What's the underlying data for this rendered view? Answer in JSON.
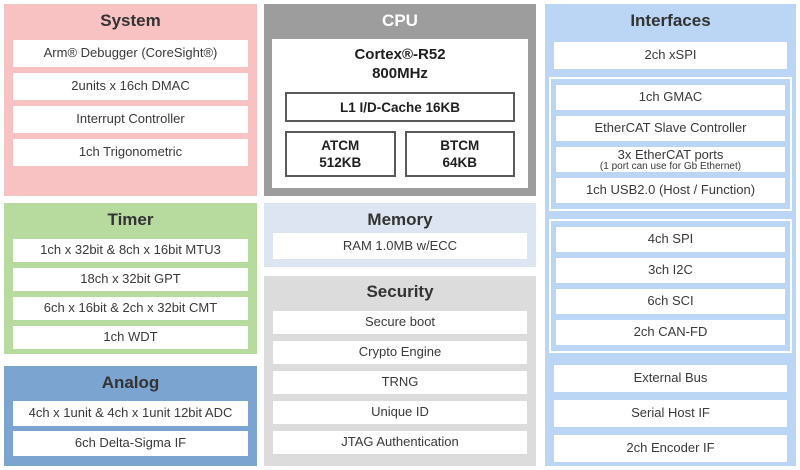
{
  "colors": {
    "system_bg": "#f9c2c2",
    "timer_bg": "#b7da9e",
    "analog_bg": "#7ca4d1",
    "cpu_bg": "#9d9d9d",
    "memory_bg": "#dce5f1",
    "security_bg": "#dcdcdc",
    "interfaces_bg": "#bad6f4",
    "row_bg": "#ffffff",
    "text": "#3a3a3a",
    "cpu_title_text": "#ffffff",
    "inner_box_border": "#5a5a5a"
  },
  "system": {
    "title": "System",
    "items": [
      "Arm® Debugger (CoreSight®)",
      "2units x 16ch DMAC",
      "Interrupt Controller",
      "1ch Trigonometric"
    ]
  },
  "timer": {
    "title": "Timer",
    "items": [
      "1ch x 32bit & 8ch x 16bit MTU3",
      "18ch x 32bit GPT",
      "6ch x 16bit & 2ch x 32bit CMT",
      "1ch WDT"
    ]
  },
  "analog": {
    "title": "Analog",
    "items": [
      "4ch x 1unit & 4ch x 1unit 12bit ADC",
      "6ch Delta-Sigma IF"
    ]
  },
  "cpu": {
    "title": "CPU",
    "core": "Cortex®-R52",
    "frequency": "800MHz",
    "cache": "L1 I/D-Cache 16KB",
    "tcm": [
      {
        "name": "ATCM",
        "size": "512KB"
      },
      {
        "name": "BTCM",
        "size": "64KB"
      }
    ]
  },
  "memory": {
    "title": "Memory",
    "items": [
      "RAM 1.0MB w/ECC"
    ]
  },
  "security": {
    "title": "Security",
    "items": [
      "Secure boot",
      "Crypto Engine",
      "TRNG",
      "Unique ID",
      "JTAG Authentication"
    ]
  },
  "interfaces": {
    "title": "Interfaces",
    "top_items": [
      "2ch xSPI"
    ],
    "network_group": [
      "1ch GMAC",
      "EtherCAT Slave Controller",
      {
        "label": "3x EtherCAT ports",
        "sub": "(1 port can use for Gb Ethernet)"
      },
      "1ch USB2.0 (Host / Function)"
    ],
    "serial_group": [
      "4ch SPI",
      "3ch I2C",
      "6ch SCI",
      "2ch CAN-FD"
    ],
    "bottom_items": [
      "External Bus",
      "Serial Host IF",
      "2ch Encoder IF"
    ]
  }
}
